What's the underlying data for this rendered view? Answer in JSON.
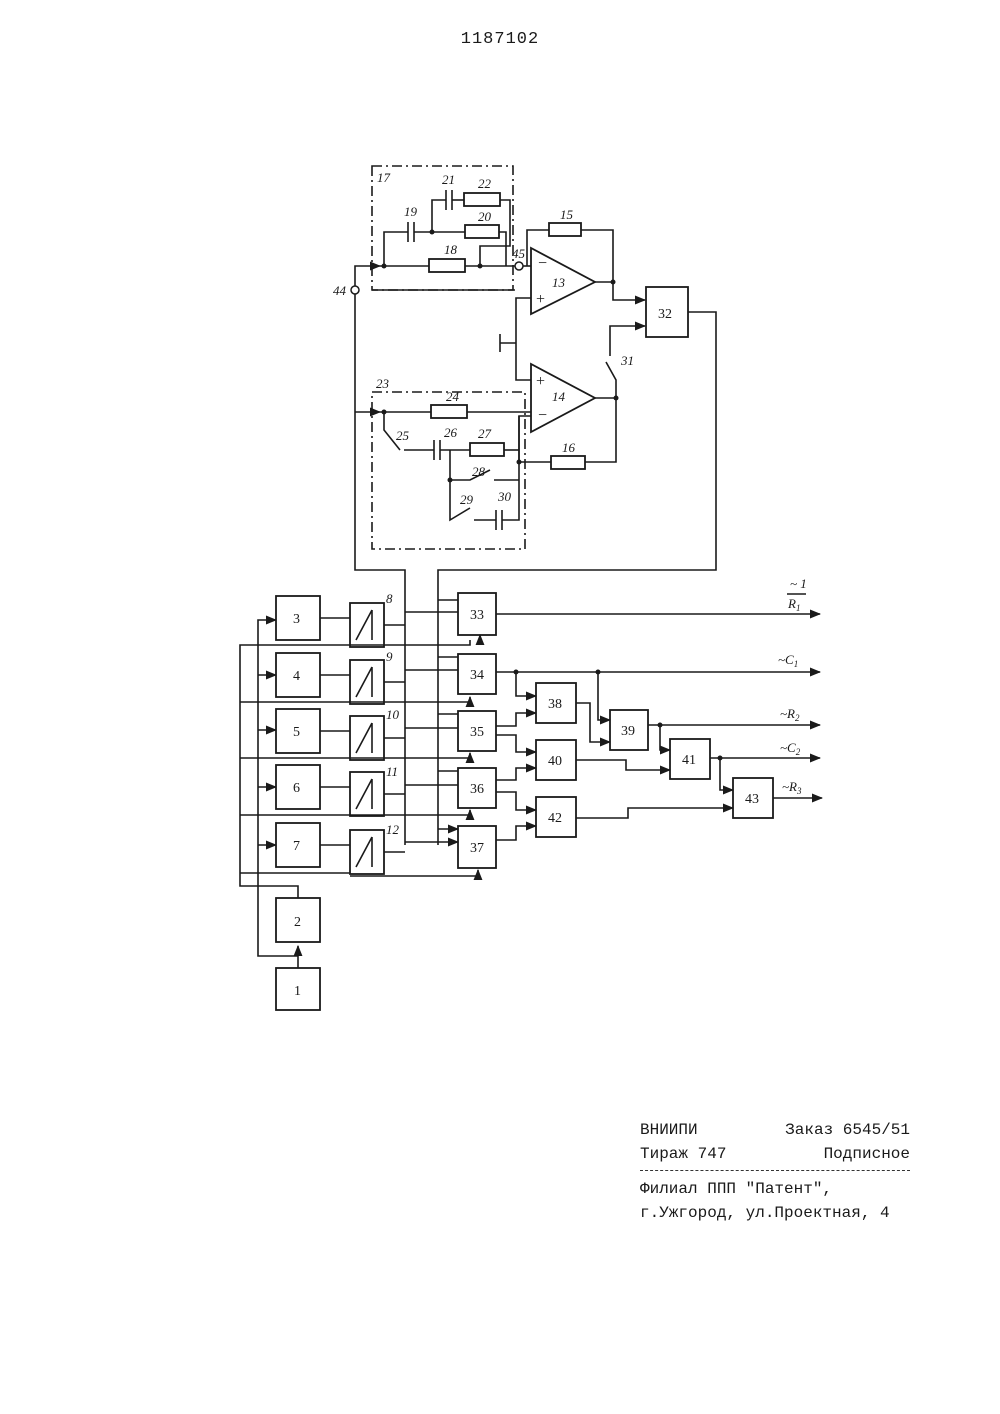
{
  "header": {
    "patent_number": "1187102"
  },
  "diagram": {
    "blocks": [
      "1",
      "2",
      "3",
      "4",
      "5",
      "6",
      "7",
      "32",
      "33",
      "34",
      "35",
      "36",
      "37",
      "38",
      "39",
      "40",
      "41",
      "42",
      "43"
    ],
    "amplifiers": [
      "13",
      "14"
    ],
    "component_labels": [
      "8",
      "9",
      "10",
      "11",
      "12",
      "15",
      "16",
      "17",
      "18",
      "19",
      "20",
      "21",
      "22",
      "23",
      "24",
      "25",
      "26",
      "27",
      "28",
      "29",
      "30",
      "31",
      "44",
      "45"
    ],
    "outputs": {
      "o1_num": "1",
      "o1_den": "R",
      "o1_sub": "1",
      "o2": "~C",
      "o2_sub": "1",
      "o3": "~R",
      "o3_sub": "2",
      "o4": "~C",
      "o4_sub": "2",
      "o5": "~R",
      "o5_sub": "3"
    }
  },
  "imprint": {
    "org": "ВНИИПИ",
    "order": "Заказ 6545/51",
    "circulation": "Тираж 747",
    "subscription": "Подписное",
    "branch": "Филиал ППП \"Патент\",",
    "address": "г.Ужгород, ул.Проектная, 4"
  }
}
